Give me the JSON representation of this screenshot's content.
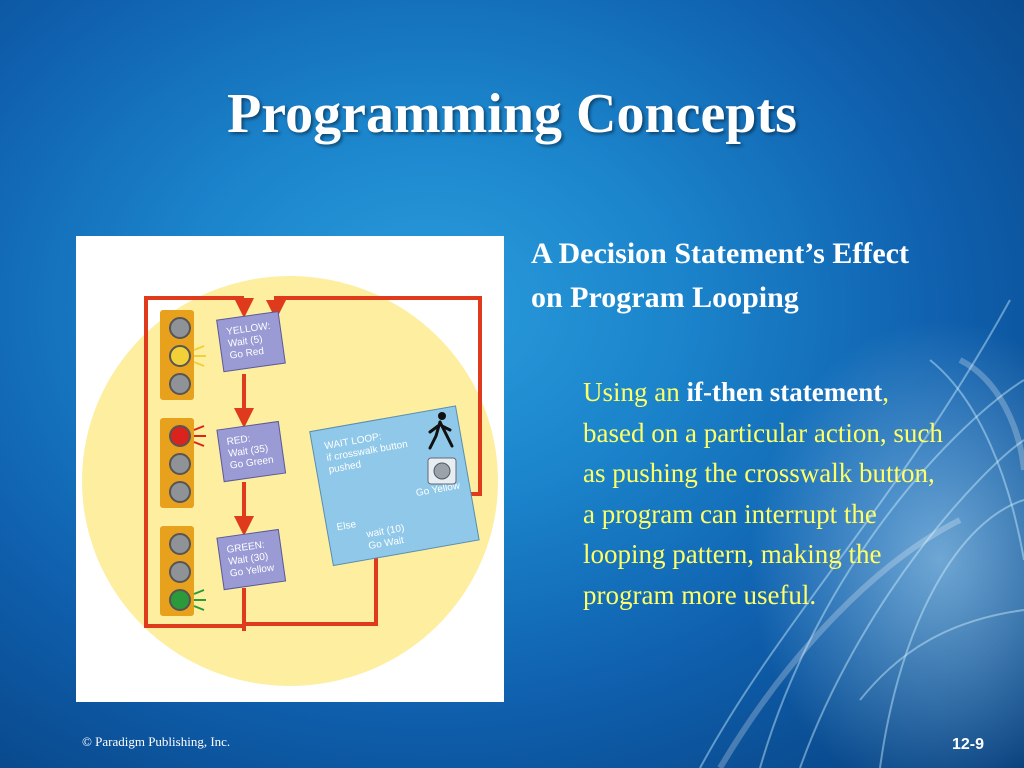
{
  "title": "Programming Concepts",
  "heading": "A Decision Statement’s Effect on Program Looping",
  "body": {
    "text_1": "Using an ",
    "bold_1": "if-then statement",
    "text_2": ", based on a particular action, such as pushing the crosswalk button, a program can interrupt the looping pattern, making the program more useful."
  },
  "diagram": {
    "yellow_box": [
      "YELLOW:",
      "Wait (5)",
      "Go Red"
    ],
    "red_box": [
      "RED:",
      "Wait (35)",
      "Go Green"
    ],
    "green_box": [
      "GREEN:",
      "Wait (30)",
      "Go Yellow"
    ],
    "wait_loop": [
      "WAIT LOOP:",
      "if crosswalk button",
      "pushed"
    ],
    "go_yellow": "Go Yellow",
    "else_label": "Else",
    "else_action": [
      "wait (10)",
      "Go Wait"
    ],
    "colors": {
      "arrow": "#e03a1c",
      "box_fill": "#9a9ad4",
      "loop_panel": "#8fc8e8",
      "halo": "#fdeea0",
      "signal_housing": "#e8a11c"
    },
    "icons": [
      "traffic-light-icon",
      "pedestrian-walking-icon",
      "crosswalk-button-icon"
    ]
  },
  "footer": "© Paradigm Publishing, Inc.",
  "page_number": "12-9"
}
